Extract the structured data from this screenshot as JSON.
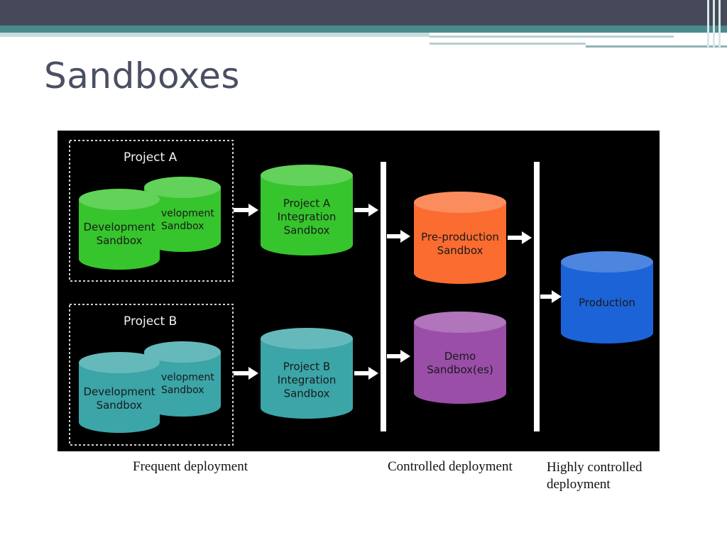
{
  "slide": {
    "title": "Sandboxes",
    "captions": {
      "frequent": "Frequent deployment",
      "controlled": "Controlled deployment",
      "highly_line1": "Highly controlled",
      "highly_line2": "deployment"
    }
  },
  "diagram": {
    "groups": {
      "project_a": "Project A",
      "project_b": "Project B"
    },
    "nodes": {
      "proj_a_dev_back": [
        "velopment",
        "Sandbox"
      ],
      "proj_a_dev_front": [
        "Development",
        "Sandbox"
      ],
      "proj_a_integration": [
        "Project A",
        "Integration",
        "Sandbox"
      ],
      "proj_b_dev_back": [
        "velopment",
        "Sandbox"
      ],
      "proj_b_dev_front": [
        "Development",
        "Sandbox"
      ],
      "proj_b_integration": [
        "Project B",
        "Integration",
        "Sandbox"
      ],
      "preproduction": [
        "Pre-production",
        "Sandbox"
      ],
      "demo": [
        "Demo",
        "Sandbox(es)"
      ],
      "production": [
        "Production"
      ]
    },
    "colors": {
      "green": "#36c52c",
      "teal": "#3ba5a8",
      "orange": "#fa6c30",
      "purple": "#9a4ea8",
      "blue": "#1b63d6",
      "node_text": "#1a1a1a",
      "group_text": "#f2f2f2"
    }
  }
}
